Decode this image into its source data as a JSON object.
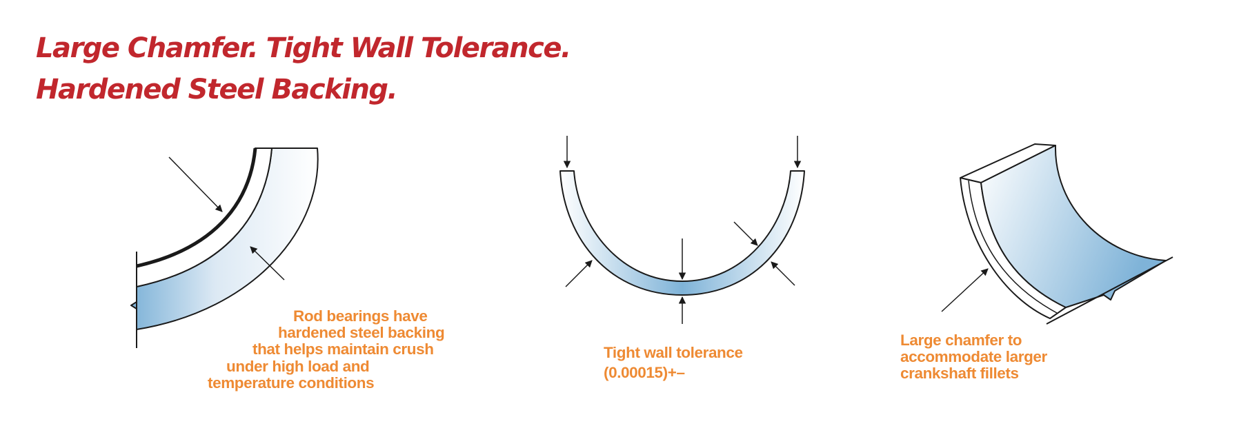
{
  "title": {
    "line1": "Large Chamfer. Tight Wall Tolerance.",
    "line2": "Hardened Steel Backing."
  },
  "colors": {
    "title": "#c1272d",
    "caption": "#ee8a33",
    "bearing_fill_light": "#f7fafd",
    "bearing_fill_dark": "#7fb3d8",
    "line": "#1a1a1a"
  },
  "captions": {
    "steel_backing": [
      "Rod bearings have",
      "hardened steel backing",
      "that helps maintain crush",
      "under high load and",
      "temperature conditions"
    ],
    "wall_tolerance": [
      "Tight wall tolerance",
      "(0.00015)+–"
    ],
    "chamfer": [
      "Large chamfer to",
      "accommodate larger",
      "crankshaft fillets"
    ]
  }
}
